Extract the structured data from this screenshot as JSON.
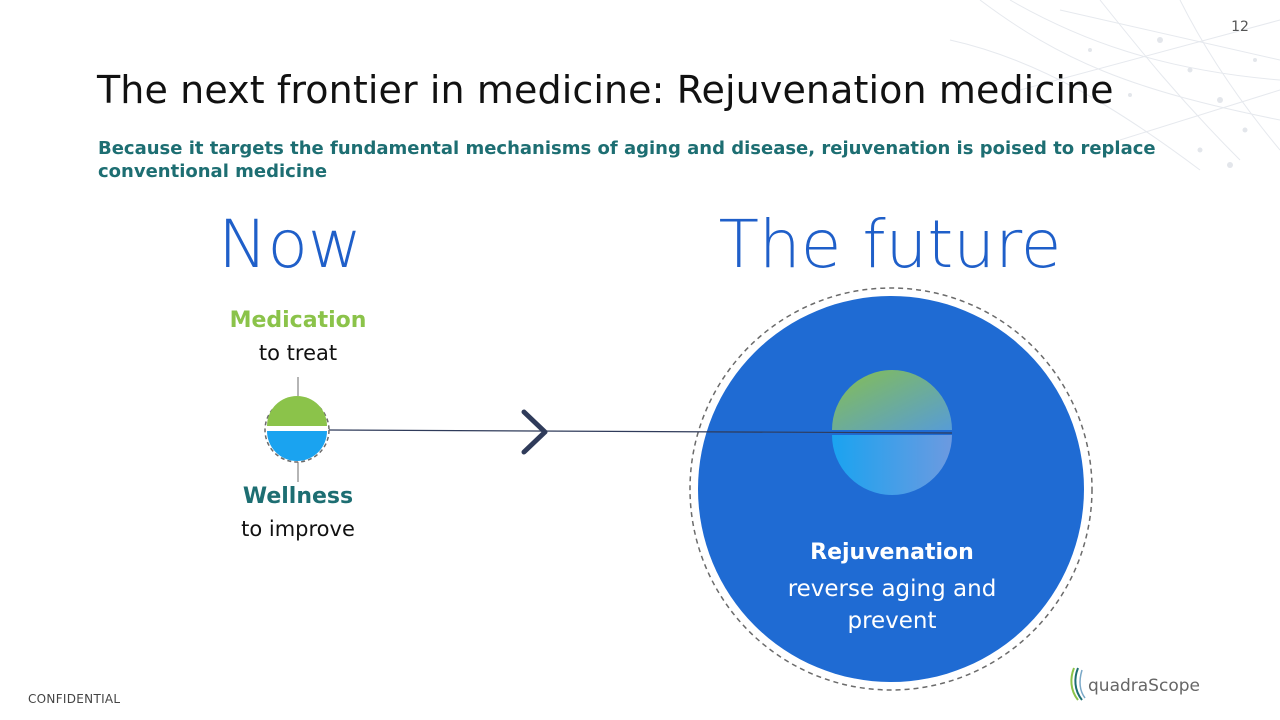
{
  "slide": {
    "page_number": "12",
    "title": "The next frontier in medicine: Rejuvenation medicine",
    "subtitle": "Because it targets the fundamental mechanisms of aging and disease, rejuvenation is poised to replace conventional medicine",
    "footer": "CONFIDENTIAL",
    "brand": "quadraScope"
  },
  "diagram": {
    "now": {
      "heading": "Now",
      "top_label": {
        "title": "Medication",
        "subtitle": "to treat"
      },
      "bottom_label": {
        "title": "Wellness",
        "subtitle": "to improve"
      }
    },
    "future": {
      "heading": "The future",
      "label": {
        "title": "Rejuvenation",
        "subtitle": "reverse aging and prevent"
      }
    }
  },
  "colors": {
    "heading_blue": "#1f5fc9",
    "circle_blue": "#1f6bd3",
    "medication_green": "#8bc34a",
    "wellness_teal": "#1d6e72",
    "wellness_blue": "#1aa3f0",
    "dashed_ring": "#6b6b6b",
    "arrow": "#2f3b5a"
  },
  "icons": [
    "chevron-right-icon",
    "split-pill-icon",
    "quadrascope-logo-icon"
  ]
}
